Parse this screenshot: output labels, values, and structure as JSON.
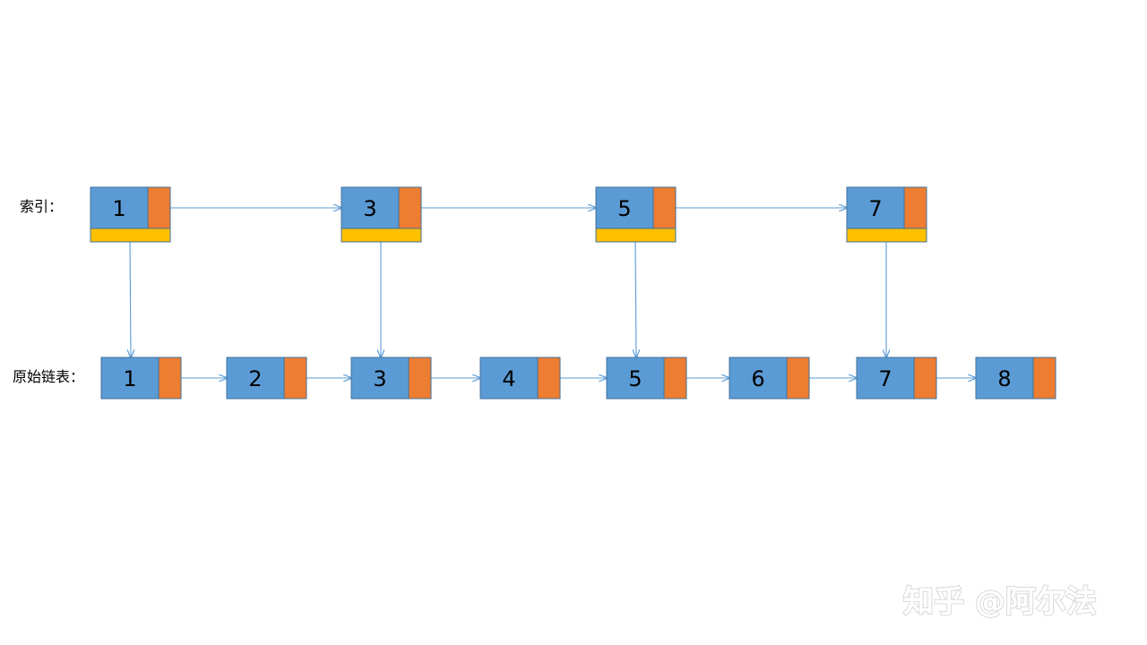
{
  "labels": {
    "index": "索引：",
    "original": "原始链表："
  },
  "index_nodes": [
    "1",
    "3",
    "5",
    "7"
  ],
  "list_nodes": [
    "1",
    "2",
    "3",
    "4",
    "5",
    "6",
    "7",
    "8"
  ],
  "watermark": "知乎 @阿尔法",
  "colors": {
    "value_cell": "#5b9bd5",
    "pointer_cell": "#ed7d31",
    "down_pointer": "#ffc000",
    "border": "#41719c",
    "arrow": "#5b9bd5"
  }
}
